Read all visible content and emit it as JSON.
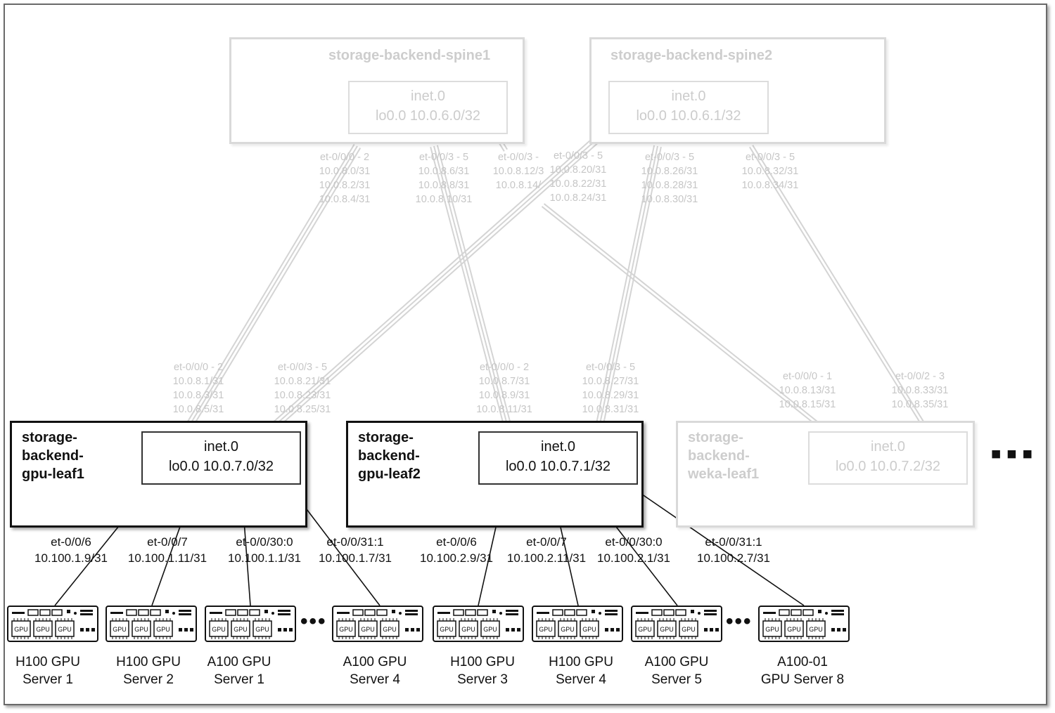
{
  "spines": [
    {
      "name": "storage-backend-spine1",
      "inet": "inet.0",
      "lo": "lo0.0 10.0.6.0/32"
    },
    {
      "name": "storage-backend-spine2",
      "inet": "inet.0",
      "lo": "lo0.0 10.0.6.1/32"
    }
  ],
  "leaves": [
    {
      "name": "storage-\nbackend-\ngpu-leaf1",
      "inet": "inet.0",
      "lo": "lo0.0 10.0.7.0/32"
    },
    {
      "name": "storage-\nbackend-\ngpu-leaf2",
      "inet": "inet.0",
      "lo": "lo0.0 10.0.7.1/32"
    },
    {
      "name": "storage-\nbackend-\nweka-leaf1",
      "inet": "inet.0",
      "lo": "lo0.0 10.0.7.2/32"
    }
  ],
  "spine_labels": [
    "et-0/0/0 - 2\n10.0.8.0/31\n10.0.8.2/31\n10.0.8.4/31",
    "et-0/0/3 - 5\n10.0.8.6/31\n10.0.8.8/31\n10.0.8.10/31",
    "et-0/0/3 -\n10.0.8.12/3\n10.0.8.14/",
    "et-0/0/3 - 5\n10.0.8.20/31\n10.0.8.22/31\n10.0.8.24/31",
    "et-0/0/3 - 5\n10.0.8.26/31\n10.0.8.28/31\n10.0.8.30/31",
    "et-0/0/3 - 5\n10.0.8.32/31\n10.0.8.34/31"
  ],
  "leaf_labels": [
    "et-0/0/0 - 2\n10.0.8.1/31\n10.0.8.3/31\n10.0.8.5/31",
    "et-0/0/3 - 5\n10.0.8.21/31\n10.0.8.23/31\n10.0.8.25/31",
    "et-0/0/0 - 2\n10.0.8.7/31\n10.0.8.9/31\n10.0.8.11/31",
    "et-0/0/3 - 5\n10.0.8.27/31\n10.0.8.29/31\n10.0.8.31/31",
    "et-0/0/0 - 1\n10.0.8.13/31\n10.0.8.15/31",
    "et-0/0/2 - 3\n10.0.8.33/31\n10.0.8.35/31"
  ],
  "access_labels": [
    "et-0/0/6\n10.100.1.9/31",
    "et-0/0/7\n10.100.1.11/31",
    "et-0/0/30:0\n10.100.1.1/31",
    "et-0/0/31:1\n10.100.1.7/31",
    "et-0/0/6\n10.100.2.9/31",
    "et-0/0/7\n10.100.2.11/31",
    "et-0/0/30:0\n10.100.2.1/31",
    "et-0/0/31:1\n10.100.2.7/31"
  ],
  "servers": [
    "H100 GPU\nServer 1",
    "H100 GPU\nServer 2",
    "A100 GPU\nServer 1",
    "A100 GPU\nServer 4",
    "H100 GPU\nServer 3",
    "H100 GPU\nServer 4",
    "A100 GPU\nServer 5",
    "A100-01\nGPU Server 8"
  ],
  "gpu_chip_label": "GPU",
  "colors": {
    "active": "#111111",
    "inactive": "#d0d0d0"
  }
}
